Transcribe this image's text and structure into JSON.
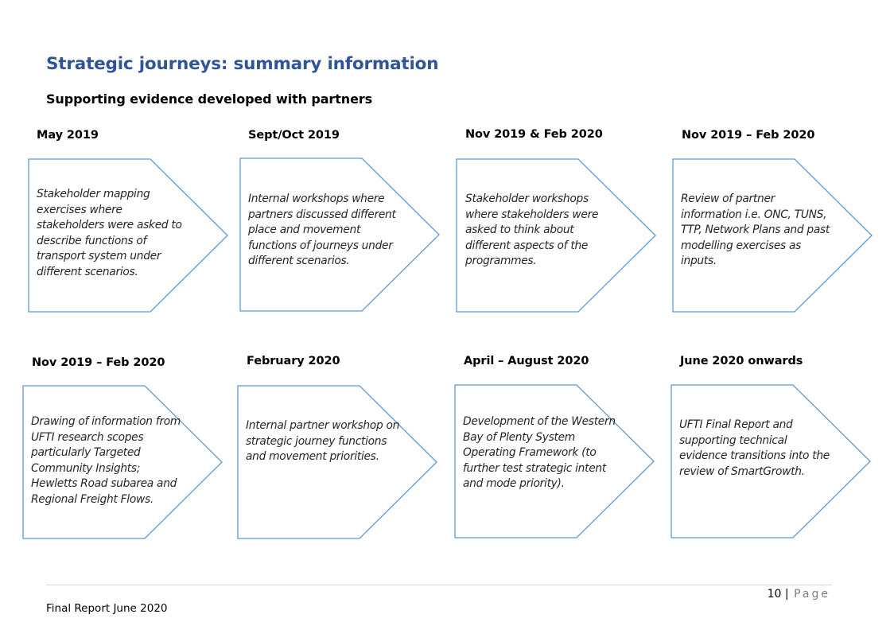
{
  "page": {
    "title": "Strategic journeys: summary information",
    "subtitle": "Supporting evidence developed with partners"
  },
  "cards": [
    {
      "date": "May 2019",
      "text": "Stakeholder mapping exercises where stakeholders were asked to describe functions of transport system under different scenarios."
    },
    {
      "date": "Sept/Oct 2019",
      "text": "Internal workshops where partners discussed different place and movement functions of journeys under different scenarios."
    },
    {
      "date": "Nov 2019 & Feb 2020",
      "text": "Stakeholder workshops where stakeholders were asked to think about different aspects of the programmes."
    },
    {
      "date": "Nov 2019 – Feb 2020",
      "text": "Review of partner information i.e. ONC, TUNS, TTP, Network Plans and past modelling exercises as inputs."
    },
    {
      "date": "Nov 2019 – Feb 2020",
      "text": "Drawing of information from UFTI research scopes particularly Targeted Community Insights; Hewletts Road subarea and Regional Freight Flows."
    },
    {
      "date": "February 2020",
      "text": "Internal partner workshop on strategic journey functions and movement priorities."
    },
    {
      "date": "April – August 2020",
      "text": "Development of the Western Bay of Plenty System Operating Framework (to further test strategic intent and mode priority)."
    },
    {
      "date": "June 2020 onwards",
      "text": "UFTI Final Report and supporting technical evidence transitions into the review of SmartGrowth."
    }
  ],
  "footer": {
    "page_number": "10",
    "separator": "|",
    "page_label": "Page",
    "report": "Final Report June 2020"
  }
}
